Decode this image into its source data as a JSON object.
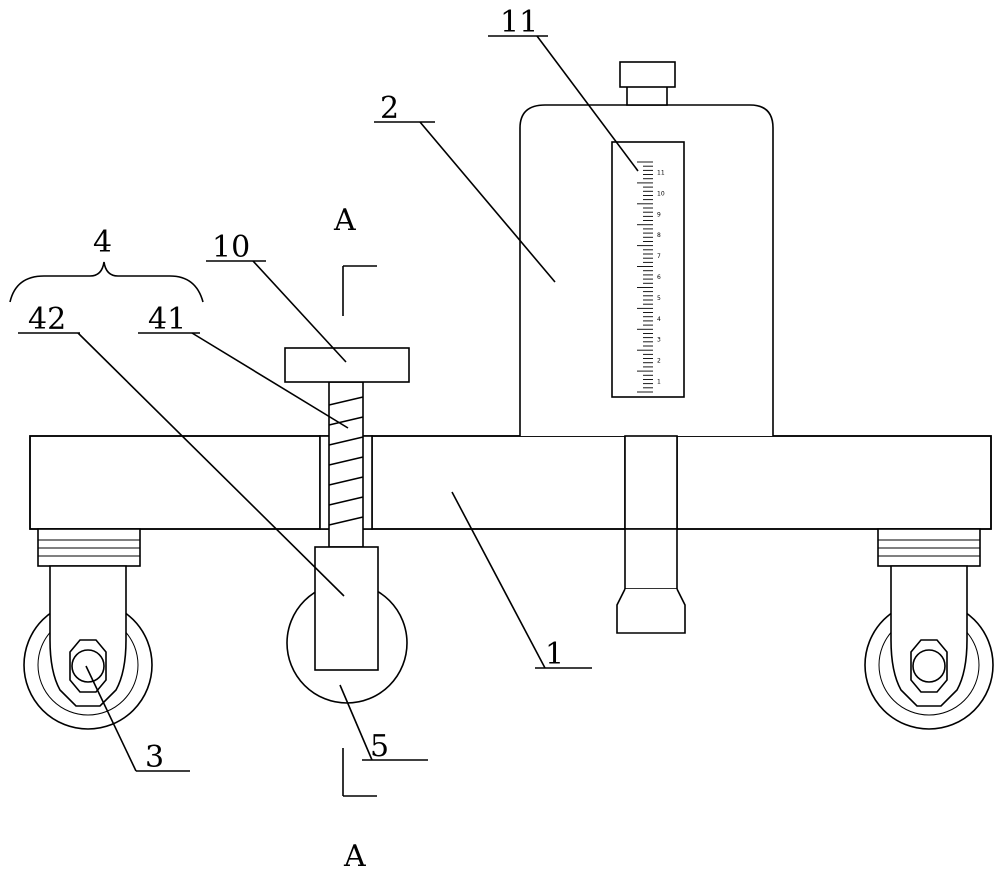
{
  "labels": {
    "part_1": "1",
    "part_2": "2",
    "part_3": "3",
    "part_4": "4",
    "part_5": "5",
    "part_10": "10",
    "part_11": "11",
    "part_41": "41",
    "part_42": "42",
    "section_top": "A",
    "section_bottom": "A"
  },
  "scale": {
    "ticks": [
      "1",
      "2",
      "3",
      "4",
      "5",
      "6",
      "7",
      "8",
      "9",
      "10",
      "11"
    ]
  }
}
